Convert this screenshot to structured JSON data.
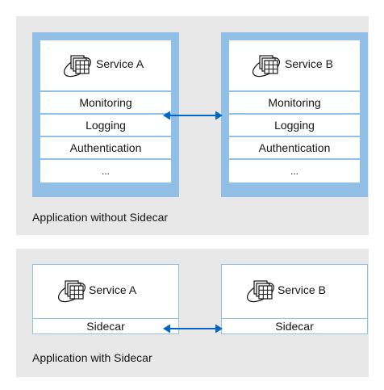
{
  "without_sidecar": {
    "caption": "Application without Sidecar",
    "service_a": {
      "name": "Service A",
      "rows": [
        "Monitoring",
        "Logging",
        "Authentication",
        "..."
      ]
    },
    "service_b": {
      "name": "Service B",
      "rows": [
        "Monitoring",
        "Logging",
        "Authentication",
        "..."
      ]
    }
  },
  "with_sidecar": {
    "caption": "Application with Sidecar",
    "service_a": {
      "name": "Service A",
      "sidecar": "Sidecar"
    },
    "service_b": {
      "name": "Service B",
      "sidecar": "Sidecar"
    }
  },
  "colors": {
    "panel": "#e8e8e8",
    "container": "#92bfe6",
    "arrow": "#0066cc"
  },
  "icons": {
    "service": "service-cube-icon",
    "arrow": "double-arrow-icon"
  }
}
